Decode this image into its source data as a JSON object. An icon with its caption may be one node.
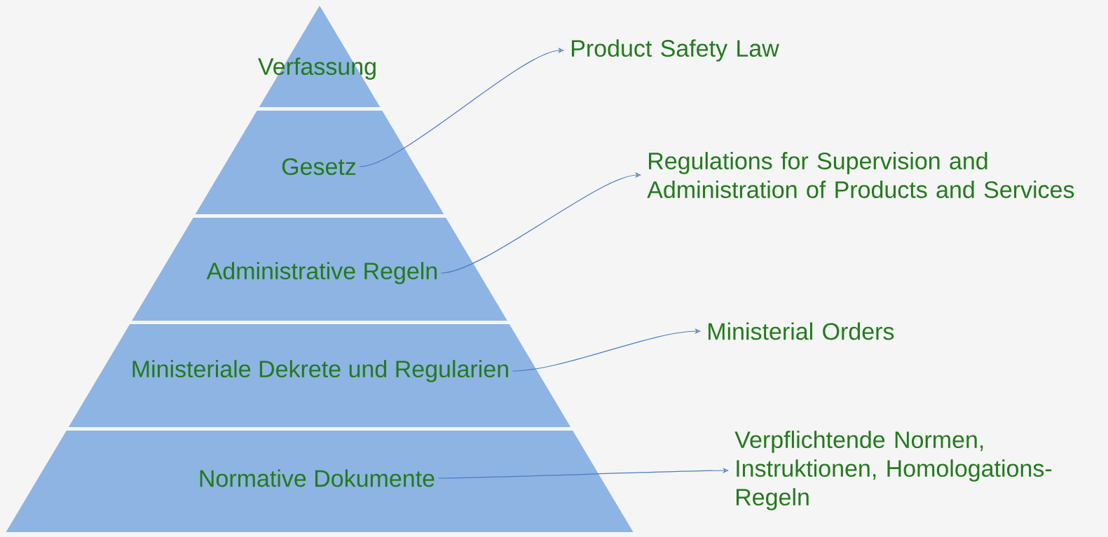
{
  "diagram": {
    "nodes": [
      {
        "text": [
          "Verfassung"
        ]
      },
      {
        "text": [
          "Gesetz"
        ]
      },
      {
        "text": [
          "Administrative Regeln"
        ]
      },
      {
        "text": [
          "Ministeriale Dekrete und Regularien"
        ]
      },
      {
        "text": [
          "Normative Dokumente"
        ]
      },
      {
        "text": [
          "Product Safety Law"
        ]
      },
      {
        "text": [
          "Regulations for Supervision and Administration of Products and Services"
        ]
      },
      {
        "text": [
          "Ministerial Orders"
        ]
      },
      {
        "text": [
          "Verpflichtende Normen, Instruktionen, Homologations-Regeln"
        ]
      }
    ],
    "edges": [
      {
        "from": 1,
        "to": 5,
        "arrow": "to"
      },
      {
        "from": 2,
        "to": 6,
        "arrow": "to"
      },
      {
        "from": 3,
        "to": 7,
        "arrow": "to"
      },
      {
        "from": 4,
        "to": 8,
        "arrow": "to"
      }
    ]
  }
}
